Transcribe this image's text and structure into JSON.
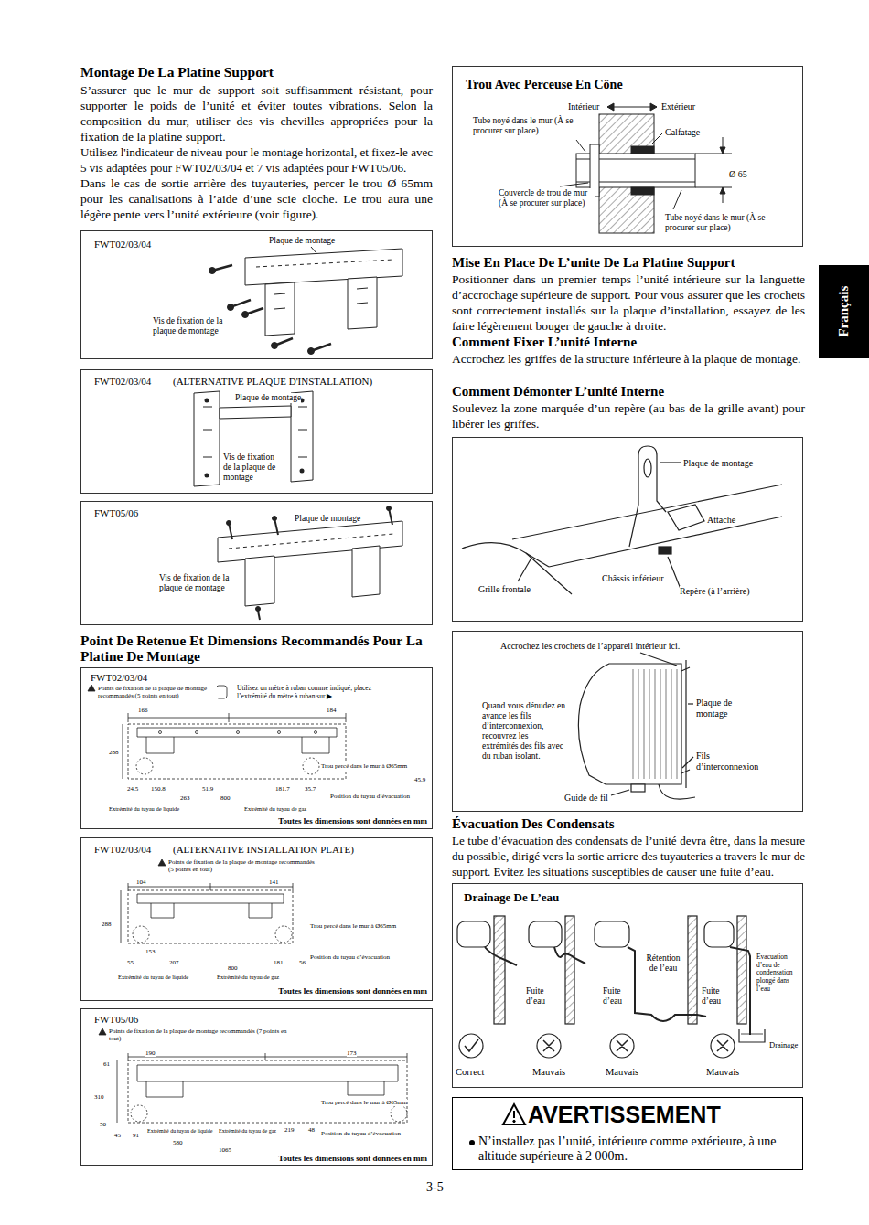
{
  "diagram": {
    "nodes": [
      {
        "text": [
          "FWT02/03/04",
          "Plaque de montage",
          "Vis de fixation de la plaque de montage"
        ]
      },
      {
        "text": [
          "FWT02/03/04",
          "(ALTERNATIVE PLAQUE D'INSTALLATION)",
          "Plaque de montage",
          "Vis de fixation de la plaque de montage"
        ]
      },
      {
        "text": [
          "FWT05/06",
          "Plaque de montage",
          "Vis de fixation de la plaque de montage"
        ]
      },
      {
        "text": [
          "FWT02/03/04",
          "Points de fixation de la plaque de montage recommandés (5 points en tout)",
          "Utilisez un mètre à ruban comme indiqué, placez l’extrémité du mètre à ruban sur ▶",
          "166",
          "184",
          "288",
          "Trou percé dans le mur à Ø65mm",
          "45.9",
          "24.5",
          "150.8",
          "263",
          "51.9",
          "800",
          "181.7",
          "35.7",
          "Position du tuyau d’évacuation",
          "Extrémité du tuyau de liquide",
          "Extrémité du tuyau de gaz",
          "Toutes les dimensions sont données en mm"
        ]
      },
      {
        "text": [
          "FWT02/03/04",
          "(ALTERNATIVE INSTALLATION PLATE)",
          "Points de fixation de la plaque de montage recommandés (5 points en tout)",
          "104",
          "141",
          "288",
          "Trou percé dans le mur à Ø65mm",
          "153",
          "55",
          "207",
          "800",
          "181",
          "56",
          "Position du tuyau d’évacuation",
          "Extrémité du tuyau de liquide",
          "Extrémité du tuyau de gaz",
          "Toutes les dimensions sont données en mm"
        ]
      },
      {
        "text": [
          "FWT05/06",
          "Points de fixation de la plaque de montage recommandés (7 points en tout)",
          "190",
          "173",
          "61",
          "310",
          "Trou percé dans le mur à Ø65mm",
          "50",
          "45",
          "91",
          "Extrémité du tuyau de liquide",
          "Extrémité du tuyau de gaz",
          "219",
          "48",
          "Position du tuyau d’évacuation",
          "580",
          "1065",
          "Toutes les dimensions sont données en mm"
        ]
      },
      {
        "text": [
          "Trou Avec Perceuse En Cône",
          "Intérieur",
          "Extérieur",
          "Tube noyé dans le mur (À se procurer sur place)",
          "Calfatage",
          "Ø 65",
          "Couvercle de trou de mur (À se procurer sur place)",
          "Tube noyé dans le mur (À se procurer sur place)"
        ]
      },
      {
        "text": [
          "Plaque de montage",
          "Attache",
          "Grille frontale",
          "Châssis inférieur",
          "Repère (à l’arrière)"
        ]
      },
      {
        "text": [
          "Accrochez les crochets de l’appareil intérieur ici.",
          "Quand vous dénudez en avance les fils d’interconnexion, recouvrez les extrémités des fils avec du ruban isolant.",
          "Plaque de montage",
          "Fils d’interconnexion",
          "Guide de fil"
        ]
      },
      {
        "text": [
          "Drainage De L’eau",
          "Rétention de l’eau",
          "Evacuation d’eau de condensation plongé dans l’eau",
          "Fuite d’eau",
          "Fuite d’eau",
          "Fuite d’eau",
          "Drainage",
          "Correct",
          "Mauvais",
          "Mauvais",
          "Mauvais"
        ]
      },
      {
        "text": [
          "AVERTISSEMENT",
          "N’installez pas l’unité, intérieure comme extérieure, à une altitude supérieure à 2 000m."
        ]
      },
      {
        "text": [
          "Français"
        ]
      }
    ],
    "labels": [
      "Montage De La Platine Support",
      "S’assurer que le mur de support soit suffisamment résistant, pour supporter le poids de l’unité et éviter toutes vibrations. Selon la composition du mur, utiliser des vis chevilles appropriées pour la fixation de la platine support.",
      "Utilisez l'indicateur de niveau pour le montage horizontal, et fixez-le avec 5 vis adaptées pour FWT02/03/04 et 7 vis adaptées pour FWT05/06.",
      "Dans le cas de sortie arrière des tuyauteries, percer le trou Ø 65mm pour les canalisations à l’aide d’une scie cloche. Le trou aura une légère pente vers l’unité extérieure (voir figure).",
      "Point De Retenue Et Dimensions Recommandés Pour La Platine De Montage",
      "Mise En Place De L’unite De La Platine Support",
      "Positionner dans un premier temps l’unité intérieure sur la languette d’accrochage supérieure de support. Pour vous assurer que les crochets sont correctement installés sur la plaque d’installation, essayez de les faire légèrement bouger de gauche à droite.",
      "Comment Fixer L’unité Interne",
      "Accrochez les griffes de la structure inférieure à la plaque de montage.",
      "Comment Démonter L’unité Interne",
      "Soulevez la zone marquée d’un repère (au bas de la grille avant) pour libérer les griffes.",
      "Évacuation Des Condensats",
      "Le tube d’évacuation des condensats de l’unité devra être, dans la mesure du possible, dirigé vers la sortie arriere des tuyauteries a travers le mur de support. Evitez les situations susceptibles de causer une fuite d’eau.",
      "3-5"
    ]
  }
}
